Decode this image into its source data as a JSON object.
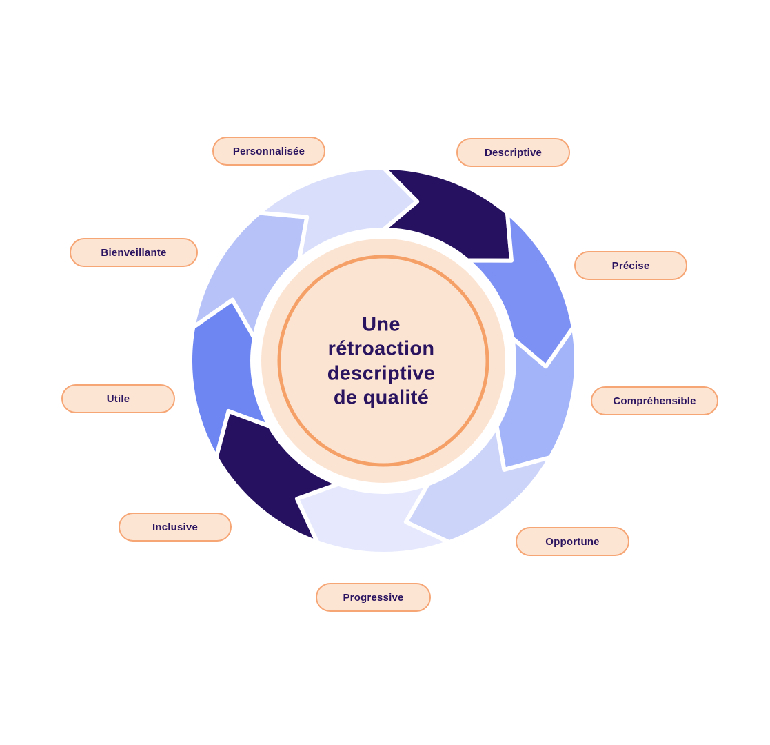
{
  "diagram": {
    "title": "Une\nrétroaction\ndescriptive\nde qualité",
    "title_color": "#2a1460",
    "center_fill": "#fce4d3",
    "ring_color": "#f5a066",
    "pill_fill": "#fde5d4",
    "pill_border": "#f6a574",
    "background": "#ffffff"
  },
  "items": [
    {
      "label": "Descriptive",
      "color": "#261161"
    },
    {
      "label": "Précise",
      "color": "#7d90f4"
    },
    {
      "label": "Compréhensible",
      "color": "#a3b4f8"
    },
    {
      "label": "Opportune",
      "color": "#ccd4fa"
    },
    {
      "label": "Progressive",
      "color": "#e6e9fd"
    },
    {
      "label": "Inclusive",
      "color": "#261161"
    },
    {
      "label": "Utile",
      "color": "#6e86f2"
    },
    {
      "label": "Bienveillante",
      "color": "#b7c3f8"
    },
    {
      "label": "Personnalisée",
      "color": "#d9defb"
    }
  ]
}
